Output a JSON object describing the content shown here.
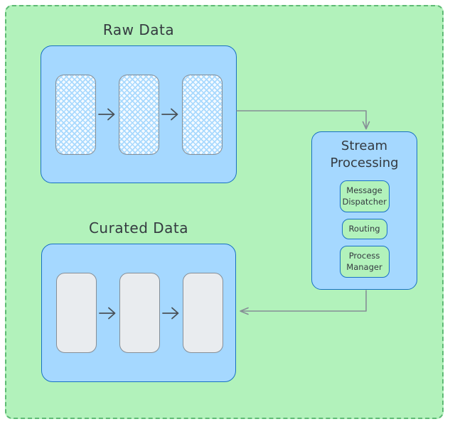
{
  "frame": {
    "fill": "#b2f2bb",
    "border_color": "#5eba74"
  },
  "raw_group": {
    "label": "Raw Data",
    "item_count": 3
  },
  "curated_group": {
    "label": "Curated Data",
    "item_count": 3
  },
  "stream_box": {
    "title": "Stream Processing",
    "buttons": [
      {
        "label": "Message Dispatcher"
      },
      {
        "label": "Routing"
      },
      {
        "label": "Process Manager"
      }
    ]
  },
  "connections": [
    {
      "from": "Raw Data",
      "to": "Stream Processing"
    },
    {
      "from": "Stream Processing",
      "to": "Curated Data"
    }
  ],
  "colors": {
    "canvas_background": "#ffffff",
    "frame_fill": "#b2f2bb",
    "frame_border": "#5eba74",
    "container_fill": "#a5d8ff",
    "container_border": "#1971c2",
    "button_fill": "#b2f2bb",
    "raw_item_hatch": "#a8d9fe",
    "raw_item_base": "#f4faff",
    "curated_item_fill": "#e9ecef",
    "item_border": "#868e96",
    "connector": "#868e96",
    "small_arrow": "#4a5157",
    "text": "#343a40"
  },
  "icons": {
    "flow_arrow": "right-arrow",
    "connector_into_stream": "down-arrow",
    "connector_into_curated": "left-arrow"
  }
}
